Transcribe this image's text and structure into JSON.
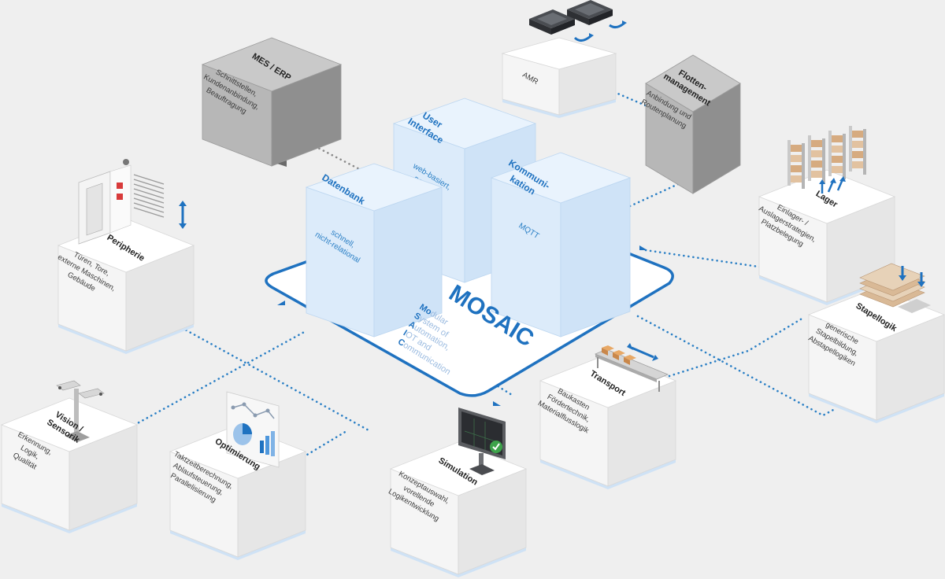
{
  "colors": {
    "background": "#efefef",
    "accent": "#1f72c0",
    "face_top_white": "#ffffff",
    "face_left_white": "#f5f5f5",
    "face_right_white": "#e6e6e6",
    "face_top_grey": "#c9c9c9",
    "face_left_grey": "#b7b7b7",
    "face_right_grey": "#8f8f8f",
    "face_top_blue": "#e9f3fd",
    "face_left_blue": "#dcebfa",
    "face_right_blue": "#cfe3f7"
  },
  "platform": {
    "title": "MOSAIC",
    "acronym": [
      {
        "bold": "Mo",
        "rest": "dular"
      },
      {
        "bold": "S",
        "rest": "ystem of"
      },
      {
        "bold": "A",
        "rest": "utomation,"
      },
      {
        "bold": "I",
        "rest": "OT and"
      },
      {
        "bold": "C",
        "rest": "ommunication"
      }
    ]
  },
  "core_modules": [
    {
      "id": "datenbank",
      "title": [
        "Datenbank"
      ],
      "desc": [
        "schnell,",
        "nicht-relational"
      ]
    },
    {
      "id": "ui",
      "title": [
        "User",
        "Interface"
      ],
      "desc": [
        "web-basiert,",
        "portabel"
      ]
    },
    {
      "id": "kommunikation",
      "title": [
        "Kommuni-",
        "kation"
      ],
      "desc": [
        "MQTT"
      ]
    }
  ],
  "systems": [
    {
      "id": "mes",
      "title": [
        "MES / ERP"
      ],
      "desc": [
        "Schnittstellen,",
        "Kundenanbindung,",
        "Beauftragung"
      ],
      "tone": "grey",
      "icon": "none"
    },
    {
      "id": "amr",
      "title": [],
      "desc": [
        "AMR"
      ],
      "tone": "white",
      "icon": "amr-vehicles-icon"
    },
    {
      "id": "flotten",
      "title": [
        "Flotten-",
        "management"
      ],
      "desc": [
        "Anbindung und",
        "Routenplanung"
      ],
      "tone": "grey",
      "icon": "none"
    },
    {
      "id": "lager",
      "title": [
        "Lager"
      ],
      "desc": [
        "Einlager- /",
        "Auslagerstrategien,",
        "Platzbelegung"
      ],
      "tone": "white",
      "icon": "storage-racks-icon"
    },
    {
      "id": "stapel",
      "title": [
        "Stapellogik"
      ],
      "desc": [
        "generische",
        "Stapelbildung,",
        "Abstapellogiken"
      ],
      "tone": "white",
      "icon": "stacked-boards-icon"
    },
    {
      "id": "transport",
      "title": [
        "Transport"
      ],
      "desc": [
        "Baukasten",
        "Fördertechnik,",
        "Materialflusslogik"
      ],
      "tone": "white",
      "icon": "conveyor-icon"
    },
    {
      "id": "simulation",
      "title": [
        "Simulation"
      ],
      "desc": [
        "Konzeptauswahl,",
        "vorellende",
        "Logikentwicklung"
      ],
      "tone": "white",
      "icon": "monitor-icon"
    },
    {
      "id": "optimierung",
      "title": [
        "Optimierung"
      ],
      "desc": [
        "Taktzeitberechnung,",
        "Ablaufsteuerung,",
        "Parallelisierung"
      ],
      "tone": "white",
      "icon": "analytics-board-icon"
    },
    {
      "id": "vision",
      "title": [
        "Vision /",
        "Sensorik"
      ],
      "desc": [
        "Erkennung,",
        "Logik,",
        "Qualität"
      ],
      "tone": "white",
      "icon": "camera-icon"
    },
    {
      "id": "peripherie",
      "title": [
        "Peripherie"
      ],
      "desc": [
        "Türen, Tore,",
        "externe Maschinen,",
        "Gebäude"
      ],
      "tone": "white",
      "icon": "door-gate-icon"
    }
  ]
}
